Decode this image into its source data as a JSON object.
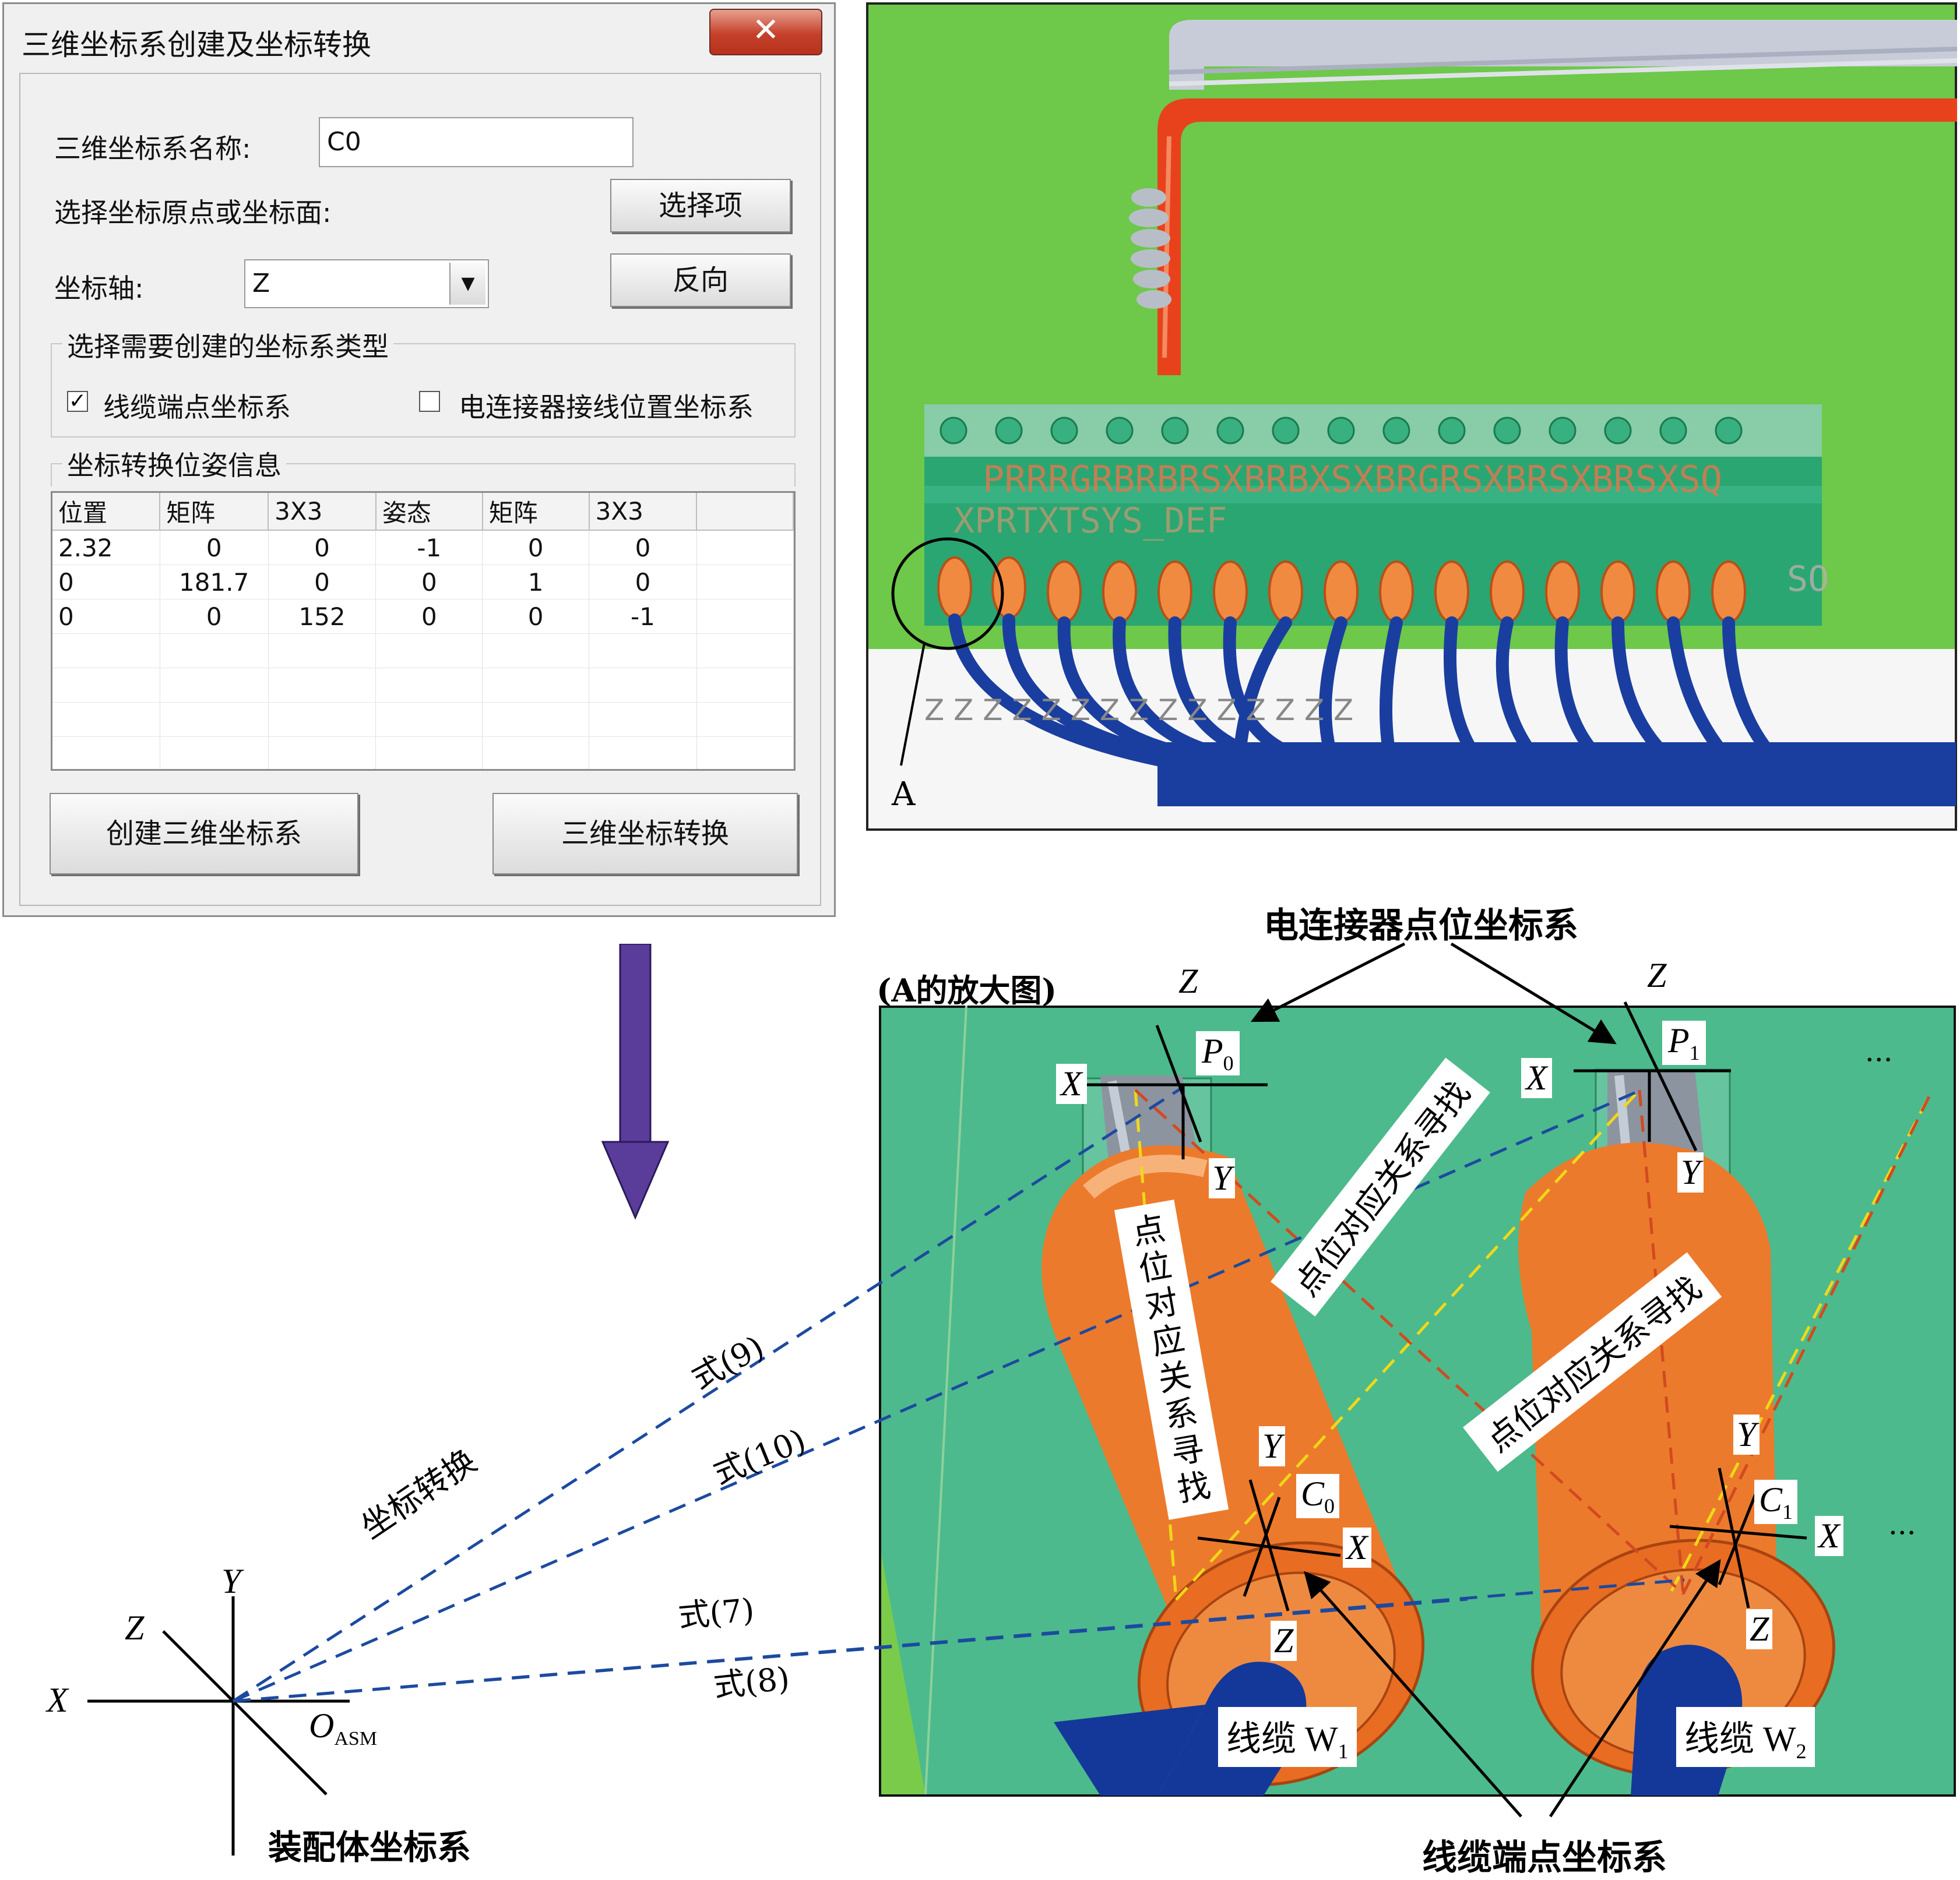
{
  "dialog": {
    "title": "三维坐标系创建及坐标转换",
    "close_label": "✕",
    "name_label": "三维坐标系名称:",
    "name_value": "C0",
    "origin_label": "选择坐标原点或坐标面:",
    "select_button": "选择项",
    "axis_label": "坐标轴:",
    "axis_value": "Z",
    "reverse_button": "反向",
    "type_group": "选择需要创建的坐标系类型",
    "cable_checkbox": {
      "label": "线缆端点坐标系",
      "checked": true
    },
    "connector_checkbox": {
      "label": "电连接器接线位置坐标系",
      "checked": false
    },
    "pose_group": "坐标转换位姿信息",
    "table": {
      "headers": [
        "位置",
        "矩阵",
        "3X3",
        "姿态",
        "矩阵",
        "3X3"
      ],
      "rows": [
        [
          "2.32",
          "0",
          "0",
          "-1",
          "0",
          "0"
        ],
        [
          "0",
          "181.7",
          "0",
          "0",
          "1",
          "0"
        ],
        [
          "0",
          "0",
          "152",
          "0",
          "0",
          "-1"
        ]
      ]
    },
    "create_button": "创建三维坐标系",
    "transform_button": "三维坐标转换"
  },
  "render_view": {
    "marker_label": "A",
    "overlay_text": "PRRRGRBRBRSXBRBXSXBRGRSXBRSXBRSXSQ",
    "overlay_text2": "XPRTXTSYS_DEF",
    "overlay_text3": "SO",
    "axis_marks": "Z Z Z Z Z Z Z Z Z Z Z Z Z Z Z"
  },
  "diagram": {
    "connector_cs_label": "电连接器点位坐标系",
    "zoom_caption": "(A的放大图)",
    "cable_end_cs_label": "线缆端点坐标系",
    "assembly_cs_label": "装配体坐标系",
    "coord_transform_label": "坐标转换",
    "eq9": "式(9)",
    "eq10": "式(10)",
    "eq7": "式(7)",
    "eq8": "式(8)",
    "search_label": "点位对应关系寻找",
    "cable1": "线缆 W",
    "cable1_sub": "1",
    "cable2": "线缆 W",
    "cable2_sub": "2",
    "p0": "P",
    "p0_sub": "0",
    "p1": "P",
    "p1_sub": "1",
    "c0": "C",
    "c0_sub": "0",
    "c1": "C",
    "c1_sub": "1",
    "axis_x": "X",
    "axis_y": "Y",
    "axis_z": "Z",
    "origin": "O",
    "origin_sub": "ASM",
    "ellipsis": "···"
  },
  "colors": {
    "green_bg": "#6ec84a",
    "teal_panel": "#48b88a",
    "orange": "#ec7a2c",
    "blue_cable": "#14389a",
    "arrow_purple": "#5a3c9a",
    "dash_blue": "#1c4aa0",
    "dash_yellow": "#f0d818",
    "dash_red": "#d24a20"
  }
}
